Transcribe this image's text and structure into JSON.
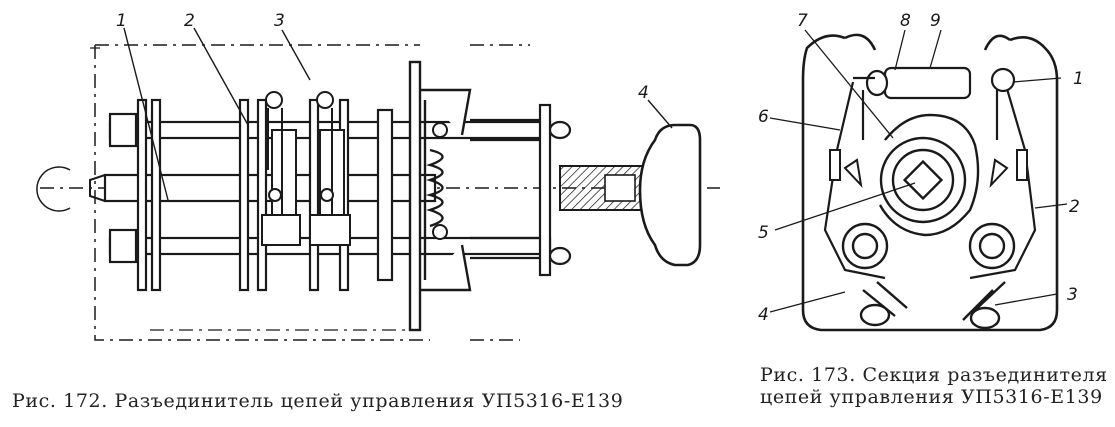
{
  "figures": [
    {
      "caption": "Рис. 172. Разъединитель цепей управления УП5316-Е139",
      "callouts": [
        "1",
        "2",
        "3",
        "4"
      ]
    },
    {
      "caption_lines": [
        "Рис. 173. Секция разъединителя",
        "цепей управления УП5316-Е139"
      ],
      "callouts": [
        "1",
        "2",
        "3",
        "4",
        "5",
        "6",
        "7",
        "8",
        "9"
      ]
    }
  ]
}
